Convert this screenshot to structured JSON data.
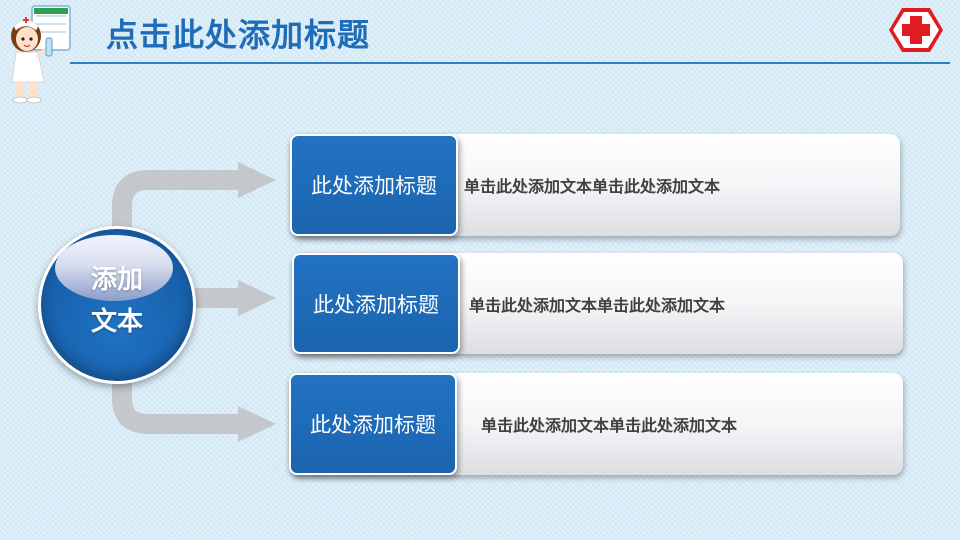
{
  "header": {
    "title": "点击此处添加标题"
  },
  "hub": {
    "line1": "添加",
    "line2": "文本"
  },
  "rows": [
    {
      "title": "此处添加标题",
      "text": "单击此处添加文本单击此处添加文本"
    },
    {
      "title": "此处添加标题",
      "text": "单击此处添加文本单击此处添加文本"
    },
    {
      "title": "此处添加标题",
      "text": "单击此处添加文本单击此处添加文本"
    }
  ],
  "colors": {
    "accent": "#1f6db8",
    "tab": "#1b64ad",
    "connector": "#c4c8cc",
    "cross": "#e01b22"
  },
  "icons": {
    "mascot": "nurse-mascot-icon",
    "logo": "medical-cross-icon"
  }
}
